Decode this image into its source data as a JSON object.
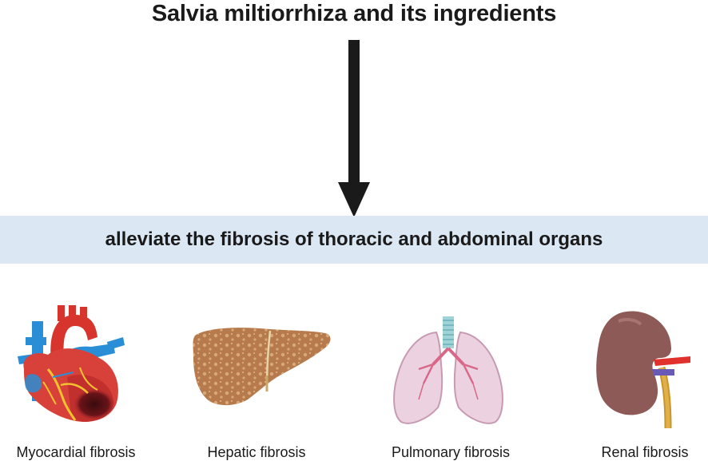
{
  "title": "Salvia miltiorrhiza and its ingredients",
  "banner": "alleviate the fibrosis of thoracic and abdominal organs",
  "organs": [
    {
      "icon": "heart-icon",
      "label": "Myocardial fibrosis"
    },
    {
      "icon": "liver-icon",
      "label": "Hepatic fibrosis"
    },
    {
      "icon": "lungs-icon",
      "label": "Pulmonary fibrosis"
    },
    {
      "icon": "kidney-icon",
      "label": "Renal fibrosis"
    }
  ],
  "colors": {
    "banner_background": "#dbe8f4",
    "arrow": "#1a1a1a",
    "text": "#1a1a1a"
  }
}
